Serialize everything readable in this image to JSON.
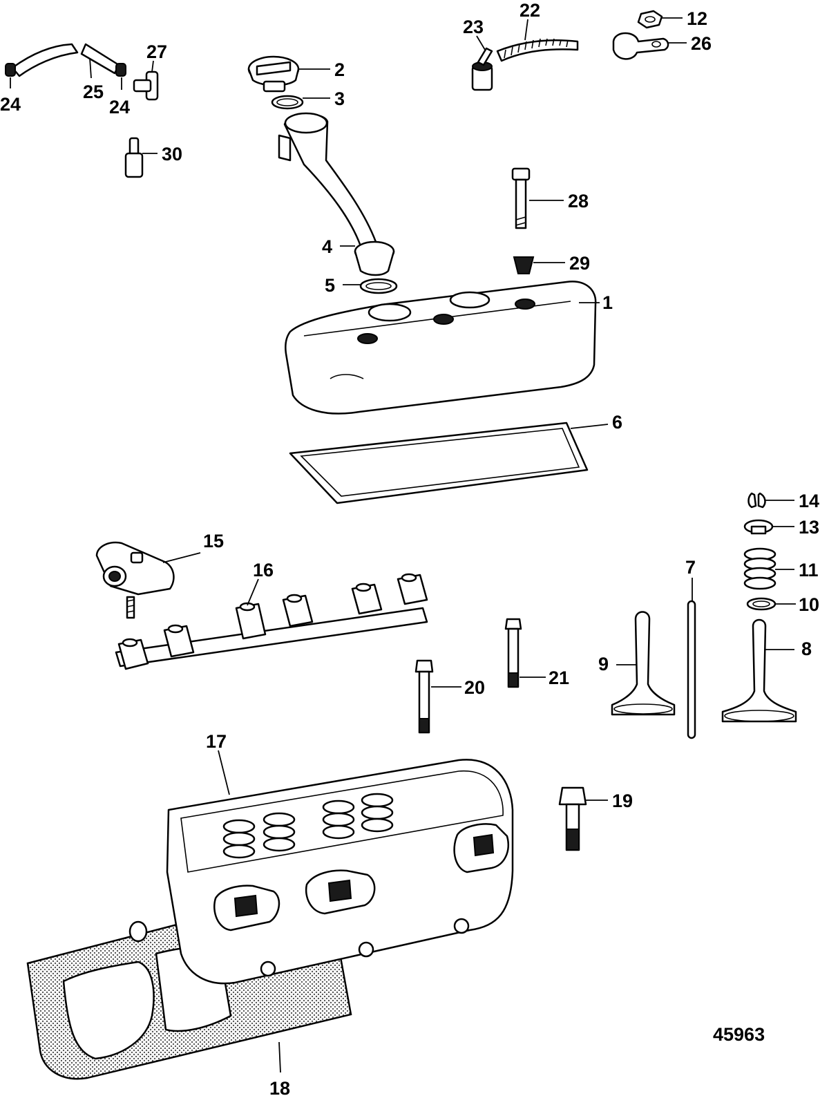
{
  "figure_number": "45963",
  "callouts": [
    "1",
    "2",
    "3",
    "4",
    "5",
    "6",
    "7",
    "8",
    "9",
    "10",
    "11",
    "12",
    "13",
    "14",
    "15",
    "16",
    "17",
    "18",
    "19",
    "20",
    "21",
    "22",
    "23",
    "24",
    "25",
    "26",
    "27",
    "28",
    "29",
    "30"
  ],
  "colors": {
    "ink": "#000000",
    "paper": "#ffffff",
    "gasket_fill": "#bdbdbd"
  }
}
